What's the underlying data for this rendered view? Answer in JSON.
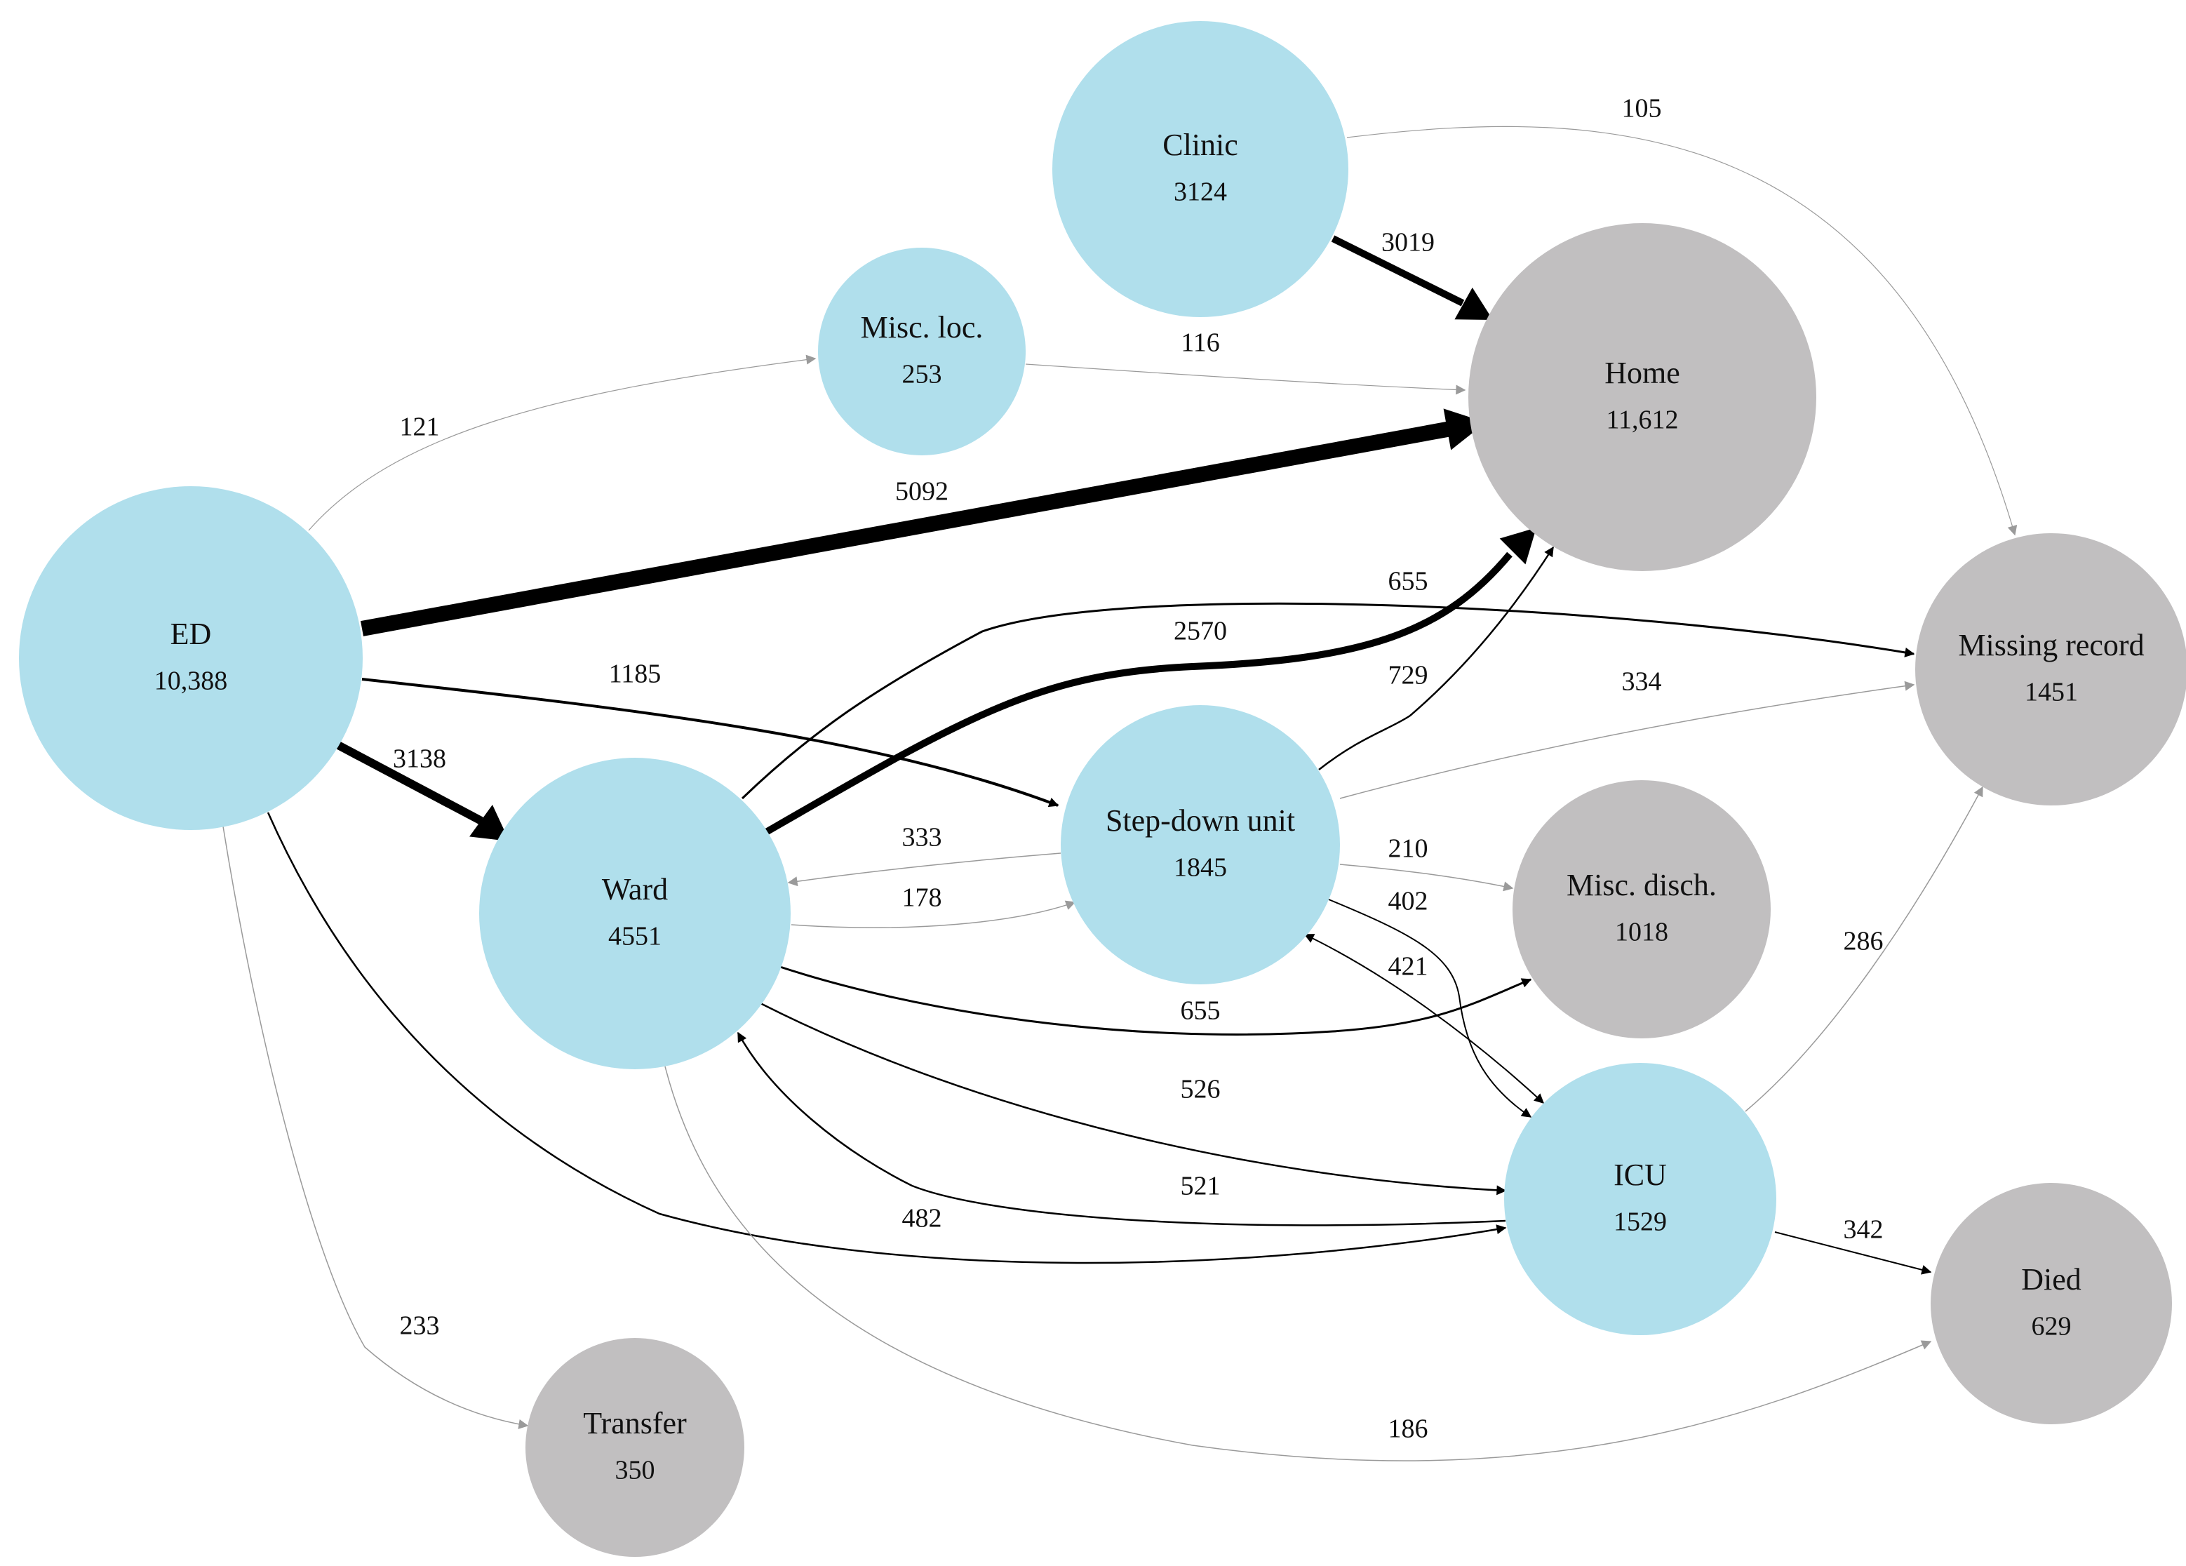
{
  "colors": {
    "active_node": "#b0dfec",
    "terminal_node": "#c1bfc0",
    "edge_dark": "#000000",
    "edge_light": "#9a9a9a",
    "text": "#111111"
  },
  "nodes": [
    {
      "id": "clinic",
      "label": "Clinic",
      "count": "3124",
      "kind": "active"
    },
    {
      "id": "misc_loc",
      "label": "Misc. loc.",
      "count": "253",
      "kind": "active"
    },
    {
      "id": "ed",
      "label": "ED",
      "count": "10,388",
      "kind": "active"
    },
    {
      "id": "ward",
      "label": "Ward",
      "count": "4551",
      "kind": "active"
    },
    {
      "id": "stepdown",
      "label": "Step-down unit",
      "count": "1845",
      "kind": "active"
    },
    {
      "id": "icu",
      "label": "ICU",
      "count": "1529",
      "kind": "active"
    },
    {
      "id": "home",
      "label": "Home",
      "count": "11,612",
      "kind": "terminal"
    },
    {
      "id": "missing",
      "label": "Missing record",
      "count": "1451",
      "kind": "terminal"
    },
    {
      "id": "misc_disch",
      "label": "Misc. disch.",
      "count": "1018",
      "kind": "terminal"
    },
    {
      "id": "died",
      "label": "Died",
      "count": "629",
      "kind": "terminal"
    },
    {
      "id": "transfer",
      "label": "Transfer",
      "count": "350",
      "kind": "terminal"
    }
  ],
  "edges": [
    {
      "id": "ed-home",
      "from": "ED",
      "to": "Home",
      "value": "5092"
    },
    {
      "id": "clinic-home",
      "from": "Clinic",
      "to": "Home",
      "value": "3019"
    },
    {
      "id": "ed-ward",
      "from": "ED",
      "to": "Ward",
      "value": "3138"
    },
    {
      "id": "ward-home",
      "from": "Ward",
      "to": "Home",
      "value": "2570"
    },
    {
      "id": "ed-stepdown",
      "from": "ED",
      "to": "Step-down unit",
      "value": "1185"
    },
    {
      "id": "stepdown-home",
      "from": "Step-down unit",
      "to": "Home",
      "value": "729"
    },
    {
      "id": "ward-missing",
      "from": "Ward",
      "to": "Missing record",
      "value": "655"
    },
    {
      "id": "ward-miscdisch",
      "from": "Ward",
      "to": "Misc. disch.",
      "value": "655"
    },
    {
      "id": "ward-icu",
      "from": "Ward",
      "to": "ICU",
      "value": "526"
    },
    {
      "id": "icu-ward",
      "from": "ICU",
      "to": "Ward",
      "value": "521"
    },
    {
      "id": "ed-icu",
      "from": "ED",
      "to": "ICU",
      "value": "482"
    },
    {
      "id": "icu-stepdown",
      "from": "ICU",
      "to": "Step-down unit",
      "value": "421"
    },
    {
      "id": "stepdown-icu",
      "from": "Step-down unit",
      "to": "ICU",
      "value": "402"
    },
    {
      "id": "icu-died",
      "from": "ICU",
      "to": "Died",
      "value": "342"
    },
    {
      "id": "stepdown-missing",
      "from": "Step-down unit",
      "to": "Missing record",
      "value": "334"
    },
    {
      "id": "stepdown-ward",
      "from": "Step-down unit",
      "to": "Ward",
      "value": "333"
    },
    {
      "id": "icu-missing",
      "from": "ICU",
      "to": "Missing record",
      "value": "286"
    },
    {
      "id": "ed-transfer",
      "from": "ED",
      "to": "Transfer",
      "value": "233"
    },
    {
      "id": "stepdown-miscdisch",
      "from": "Step-down unit",
      "to": "Misc. disch.",
      "value": "210"
    },
    {
      "id": "ward-died",
      "from": "Ward",
      "to": "Died",
      "value": "186"
    },
    {
      "id": "ward-stepdown",
      "from": "Ward",
      "to": "Step-down unit",
      "value": "178"
    },
    {
      "id": "ed-miscloc",
      "from": "ED",
      "to": "Misc. loc.",
      "value": "121"
    },
    {
      "id": "miscloc-home",
      "from": "Misc. loc.",
      "to": "Home",
      "value": "116"
    },
    {
      "id": "clinic-missing",
      "from": "Clinic",
      "to": "Missing record",
      "value": "105"
    }
  ]
}
